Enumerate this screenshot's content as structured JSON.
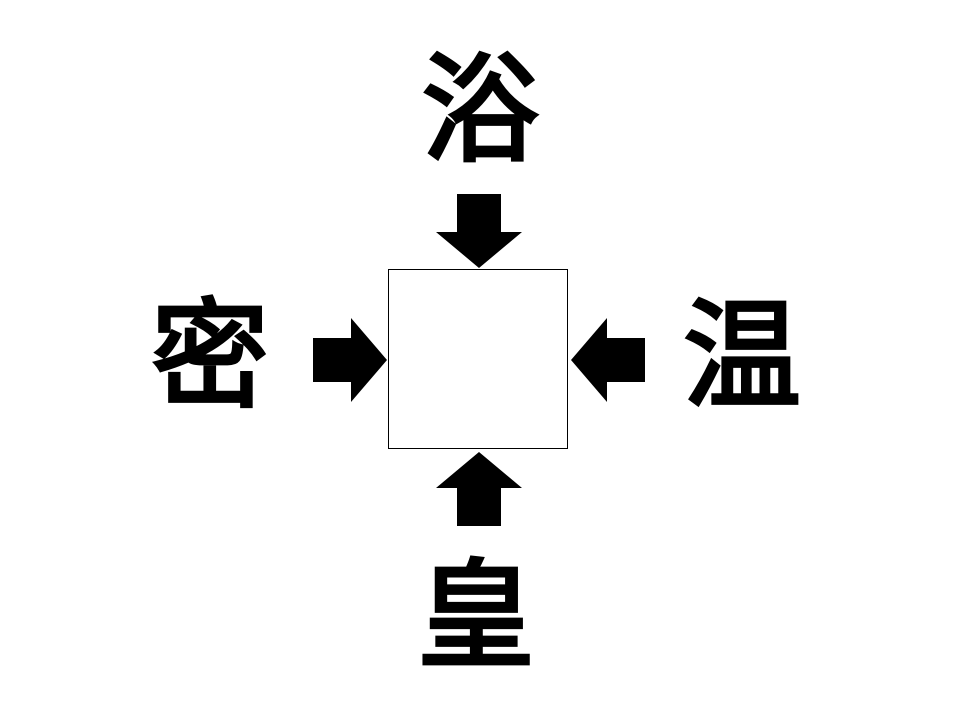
{
  "puzzle": {
    "top_kanji": "浴",
    "left_kanji": "密",
    "right_kanji": "温",
    "bottom_kanji": "皇",
    "answer": ""
  },
  "colors": {
    "ink": "#000000",
    "background": "#ffffff"
  },
  "icons": {
    "top": "arrow-down-icon",
    "left": "arrow-right-icon",
    "right": "arrow-left-icon",
    "bottom": "arrow-up-icon"
  }
}
